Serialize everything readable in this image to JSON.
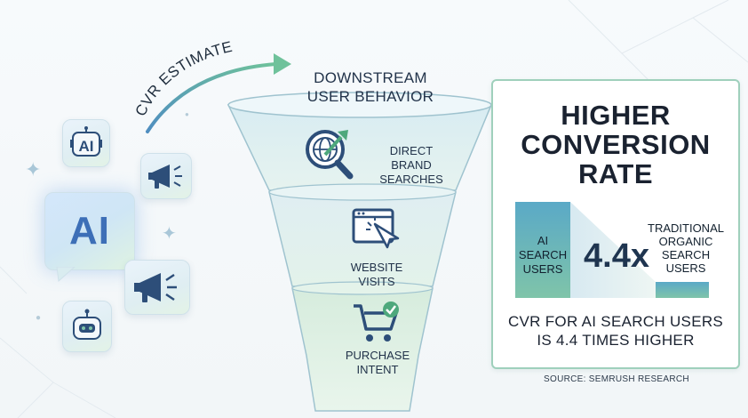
{
  "arrow_label": "CVR ESTIMATE",
  "funnel": {
    "title": "DOWNSTREAM\nUSER BEHAVIOR",
    "stages": [
      {
        "label": "DIRECT\nBRAND\nSEARCHES",
        "icon": "globe-magnifier-icon"
      },
      {
        "label": "WEBSITE\nVISITS",
        "icon": "browser-cursor-icon"
      },
      {
        "label": "PURCHASE\nINTENT",
        "icon": "shopping-cart-check-icon"
      }
    ]
  },
  "left_icons": {
    "ai_small_label": "AI",
    "ai_big_label": "AI",
    "icons": [
      "robot-head-icon",
      "megaphone-icon",
      "megaphone-icon",
      "robot-head-icon",
      "sparkle-icon"
    ]
  },
  "card": {
    "title": "HIGHER\nCONVERSION\nRATE",
    "ai_bar_label": "AI\nSEARCH\nUSERS",
    "multiplier": "4.4x",
    "traditional_label": "TRADITIONAL\nORGANIC\nSEARCH\nUSERS",
    "subtitle": "CVR FOR AI SEARCH USERS\nIS 4.4 TIMES HIGHER"
  },
  "chart_data": {
    "type": "bar",
    "categories": [
      "AI SEARCH USERS",
      "TRADITIONAL ORGANIC SEARCH USERS"
    ],
    "values": [
      4.4,
      1
    ],
    "title": "",
    "xlabel": "",
    "ylabel": ""
  },
  "source": "SOURCE: SEMRUSH RESEARCH",
  "colors": {
    "accent_green": "#7fc4a9",
    "accent_blue": "#5aa9c7",
    "card_border": "#9fd0bc",
    "text_dark": "#1a2230"
  }
}
